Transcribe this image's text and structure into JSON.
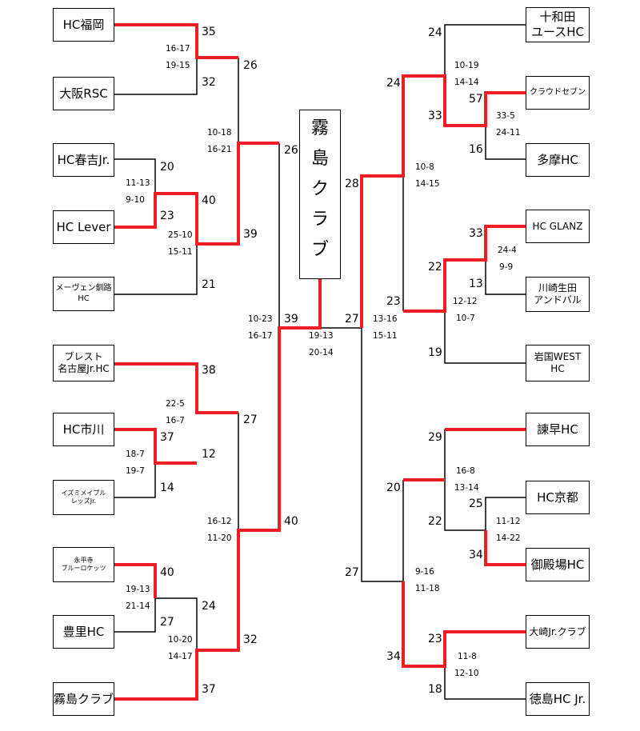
{
  "champion": {
    "text": "霧島クラブ",
    "chars": [
      "霧",
      "島",
      "ク",
      "ラ",
      "ブ"
    ]
  },
  "left_teams": [
    {
      "lines": [
        "HC福岡"
      ]
    },
    {
      "lines": [
        "大阪RSC"
      ]
    },
    {
      "lines": [
        "HC春吉Jr."
      ]
    },
    {
      "lines": [
        "HC Lever"
      ]
    },
    {
      "lines": [
        "メーヴェン釧路",
        "HC"
      ]
    },
    {
      "lines": [
        "ブレスト",
        "名古屋Jr.HC"
      ]
    },
    {
      "lines": [
        "HC市川"
      ]
    },
    {
      "lines": [
        "イズミメイプル",
        "レッズJr."
      ]
    },
    {
      "lines": [
        "永平寺",
        "ブルーロケッツ"
      ]
    },
    {
      "lines": [
        "豊里HC"
      ]
    },
    {
      "lines": [
        "霧島クラブ"
      ]
    }
  ],
  "right_teams": [
    {
      "lines": [
        "十和田",
        "ユースHC"
      ]
    },
    {
      "lines": [
        "クラウドセブン"
      ]
    },
    {
      "lines": [
        "多摩HC"
      ]
    },
    {
      "lines": [
        "HC GLANZ"
      ]
    },
    {
      "lines": [
        "川崎生田",
        "アンドバル"
      ]
    },
    {
      "lines": [
        "岩国WEST",
        "HC"
      ]
    },
    {
      "lines": [
        "諫早HC"
      ]
    },
    {
      "lines": [
        "HC京都"
      ]
    },
    {
      "lines": [
        "御殿場HC"
      ]
    },
    {
      "lines": [
        "大崎Jr.クラブ"
      ]
    },
    {
      "lines": [
        "徳島HC Jr."
      ]
    }
  ],
  "scores": [
    "35",
    "32",
    "26",
    "20",
    "23",
    "40",
    "39",
    "21",
    "26",
    "38",
    "37",
    "12",
    "14",
    "27",
    "40",
    "27",
    "24",
    "32",
    "37",
    "40",
    "39",
    "27",
    "24",
    "57",
    "33",
    "16",
    "24",
    "33",
    "13",
    "22",
    "23",
    "19",
    "28",
    "29",
    "25",
    "22",
    "34",
    "20",
    "23",
    "18",
    "34",
    "27"
  ],
  "set_scores": [
    "16-17",
    "19-15",
    "11-13",
    "9-10",
    "25-10",
    "15-11",
    "10-18",
    "16-21",
    "22-5",
    "16-7",
    "18-7",
    "19-7",
    "19-13",
    "21-14",
    "10-20",
    "14-17",
    "16-12",
    "11-20",
    "10-23",
    "16-17",
    "19-13",
    "20-14",
    "10-19",
    "14-14",
    "33-5",
    "24-11",
    "24-4",
    "9-9",
    "12-12",
    "10-7",
    "10-8",
    "14-15",
    "13-16",
    "15-11",
    "16-8",
    "13-14",
    "11-12",
    "14-22",
    "11-8",
    "12-10",
    "9-16",
    "11-18"
  ],
  "colors": {
    "winner_path": "#ee1c25",
    "line": "#000000"
  }
}
